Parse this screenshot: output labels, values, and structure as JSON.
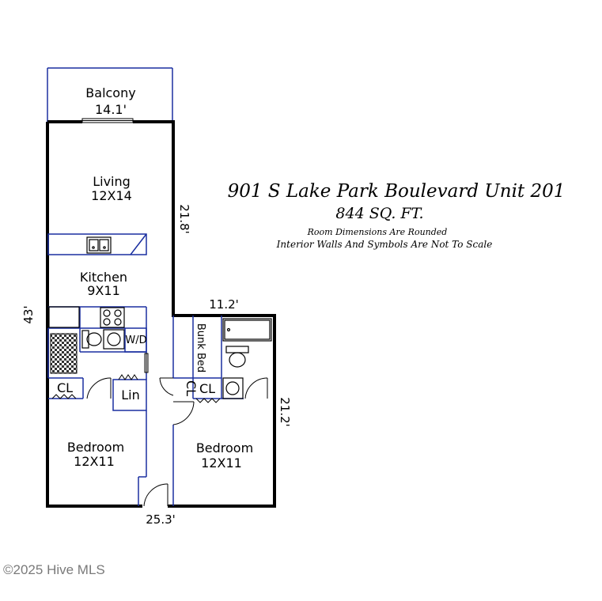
{
  "title": {
    "address": "901 S Lake Park Boulevard Unit 201",
    "area": "844 SQ. FT.",
    "note_1": "Room Dimensions Are Rounded",
    "note_2": "Interior Walls And Symbols Are Not To Scale"
  },
  "rooms": {
    "balcony": {
      "name": "Balcony",
      "size": "14.1'"
    },
    "living": {
      "name": "Living",
      "size": "12X14"
    },
    "kitchen": {
      "name": "Kitchen",
      "size": "9X11"
    },
    "bedroom_left": {
      "name": "Bedroom",
      "size": "12X11"
    },
    "bedroom_right": {
      "name": "Bedroom",
      "size": "12X11"
    }
  },
  "labels": {
    "closet_left": "CL",
    "linen": "Lin",
    "closet_mid": "CL",
    "closet_right": "CL",
    "washer_dryer": "W/D",
    "bunk_bed": "Bunk Bed"
  },
  "dimensions": {
    "left_height": "43'",
    "living_right": "21.8'",
    "step_width": "11.2'",
    "right_height": "21.2'",
    "bottom_width": "25.3'"
  },
  "watermark": "©2025 Hive MLS",
  "colors": {
    "wall": "#000000",
    "interior": "#1a2fa0",
    "tile": "#444444"
  }
}
